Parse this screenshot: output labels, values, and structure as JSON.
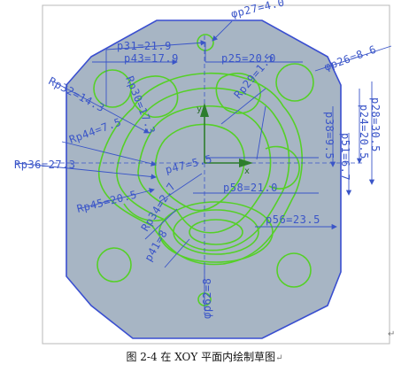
{
  "caption": {
    "text": "图 2-4  在 XOY 平面内绘制草图",
    "mark": "↵"
  },
  "corner_mark": "↵",
  "sketch": {
    "plate_fill": "#a7b5c4",
    "outline_color": "#3a4fd0",
    "profile_color": "#55d027",
    "dimension_color": "#3a55c8",
    "axis_color": "#2d7d2d",
    "axes": {
      "x": "x",
      "y": "y"
    },
    "dimensions": {
      "d_phi_p27": "φp27=4.0",
      "d_p31": "p31=21.9",
      "d_p43": "p43=17.9",
      "d_p25": "p25=20.0",
      "d_phi_p26": "φp26=8.6",
      "d_rp32": "Rp32=14.3",
      "d_rp30": "Rp30=17.3",
      "d_rp29": "Rp29=1.5",
      "d_p28": "p28=30.5",
      "d_p24": "p24=20.5",
      "d_p38": "p38=9.5",
      "d_p51": "p51=6.7",
      "d_rp44": "Rp44=7.5",
      "d_rp36": "Rp36=27.3",
      "d_p47": "p47=5.5",
      "d_rp45": "Rp45=20.5",
      "d_p58": "p58=21.0",
      "d_p56": "p56=23.5",
      "d_rp34": "Rp34=2.7",
      "d_p41": "p41=8",
      "d_phi_p62": "φp62=8"
    }
  }
}
